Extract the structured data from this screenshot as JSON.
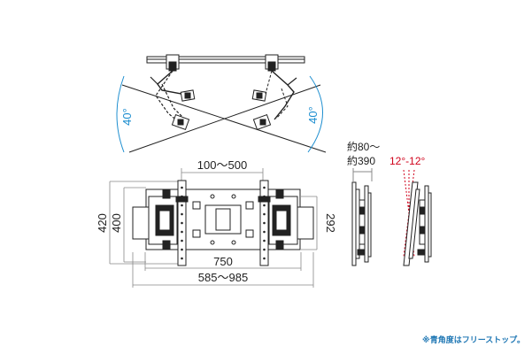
{
  "top_view": {
    "left_angle": "40°",
    "right_angle": "40°",
    "angle_color": "#1f8fd0"
  },
  "front_view": {
    "width_top": "100～500",
    "height_outer": "420",
    "height_inner": "400",
    "right_height": "292",
    "width_mid": "750",
    "width_bottom": "585～985"
  },
  "side_view": {
    "depth_line1": "約80～",
    "depth_line2": "約390",
    "tilt": "12°-12°",
    "tilt_color": "#d0021b"
  },
  "footnote": {
    "text": "※青角度はフリーストップ。",
    "color": "#1f77b4"
  }
}
